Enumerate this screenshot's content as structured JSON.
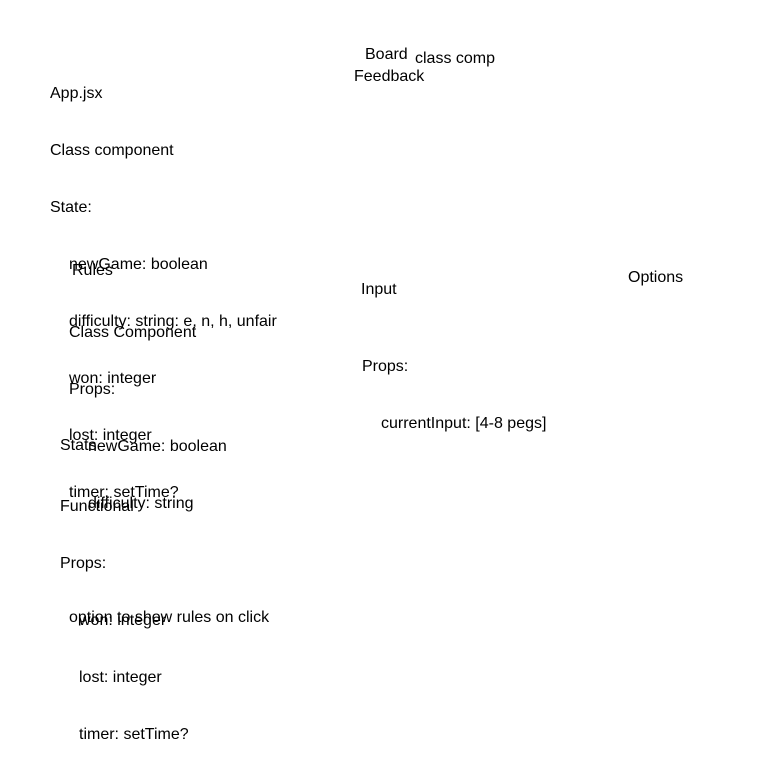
{
  "app": {
    "title": "App.jsx",
    "kind": "Class component",
    "state_label": "State:",
    "state": [
      "newGame: boolean",
      "difficulty: string: e, n, h, unfair",
      "won: integer",
      "lost: integer",
      "timer: setTime?"
    ]
  },
  "board": {
    "title": "Board",
    "kind": "class comp",
    "child": "Feedback"
  },
  "rules": {
    "title": "Rules",
    "kind": "Class Component",
    "props_label": "Props:",
    "props": [
      "newGame: boolean",
      "difficulty: string"
    ],
    "note": "option to show rules on click"
  },
  "input": {
    "title": "Input",
    "props_label": "Props:",
    "props": [
      "currentInput: [4-8 pegs]"
    ]
  },
  "options": {
    "title": "Options"
  },
  "stats": {
    "title": "Stats",
    "kind": "Functional",
    "props_label": "Props:",
    "props": [
      "won: integer",
      "lost: integer",
      "timer: setTime?"
    ]
  }
}
